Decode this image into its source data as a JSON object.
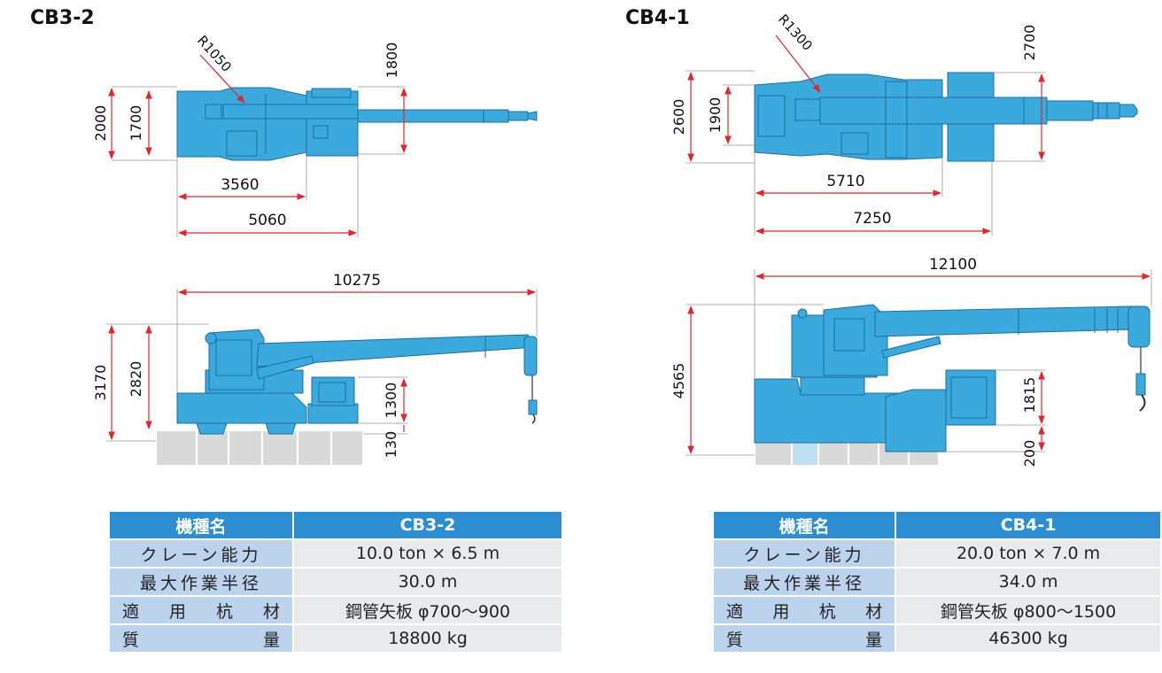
{
  "cranes": [
    {
      "model": "CB3-2",
      "plan_dims": {
        "radius": "R1050",
        "width_outer": "2000",
        "width_inner": "1700",
        "height_right": "1800",
        "length_a": "3560",
        "length_b": "5060"
      },
      "side_dims": {
        "overall_length": "10275",
        "height_total": "3170",
        "height_boom": "2820",
        "height_base": "1300",
        "height_rail": "130"
      },
      "spec": {
        "header": {
          "label": "機種名",
          "value": "CB3-2"
        },
        "rows": [
          {
            "label": "クレーン能力",
            "value": "10.0 ton × 6.5 m"
          },
          {
            "label": "最大作業半径",
            "value": "30.0 m"
          },
          {
            "label": "適 用 杭 材",
            "value": "鋼管矢板 φ700〜900"
          },
          {
            "label": "質　　　量",
            "value": "18800 kg"
          }
        ]
      }
    },
    {
      "model": "CB4-1",
      "plan_dims": {
        "radius": "R1300",
        "width_outer": "2600",
        "width_inner": "1900",
        "height_right": "2700",
        "length_a": "5710",
        "length_b": "7250"
      },
      "side_dims": {
        "overall_length": "12100",
        "height_total": "4565",
        "height_base": "1815",
        "height_rail": "200"
      },
      "spec": {
        "header": {
          "label": "機種名",
          "value": "CB4-1"
        },
        "rows": [
          {
            "label": "クレーン能力",
            "value": "20.0 ton × 7.0 m"
          },
          {
            "label": "最大作業半径",
            "value": "34.0 m"
          },
          {
            "label": "適 用 杭 材",
            "value": "鋼管矢板 φ800〜1500"
          },
          {
            "label": "質　　　量",
            "value": "46300 kg"
          }
        ]
      }
    }
  ],
  "colors": {
    "machine": "#3aa9de",
    "dimension": "#e3262d",
    "guide": "#999999",
    "pile": "#d9d9d9",
    "header": "#2c8ed1",
    "key_cell": "#bcd3ee",
    "value_cell": "#e9eaec"
  }
}
